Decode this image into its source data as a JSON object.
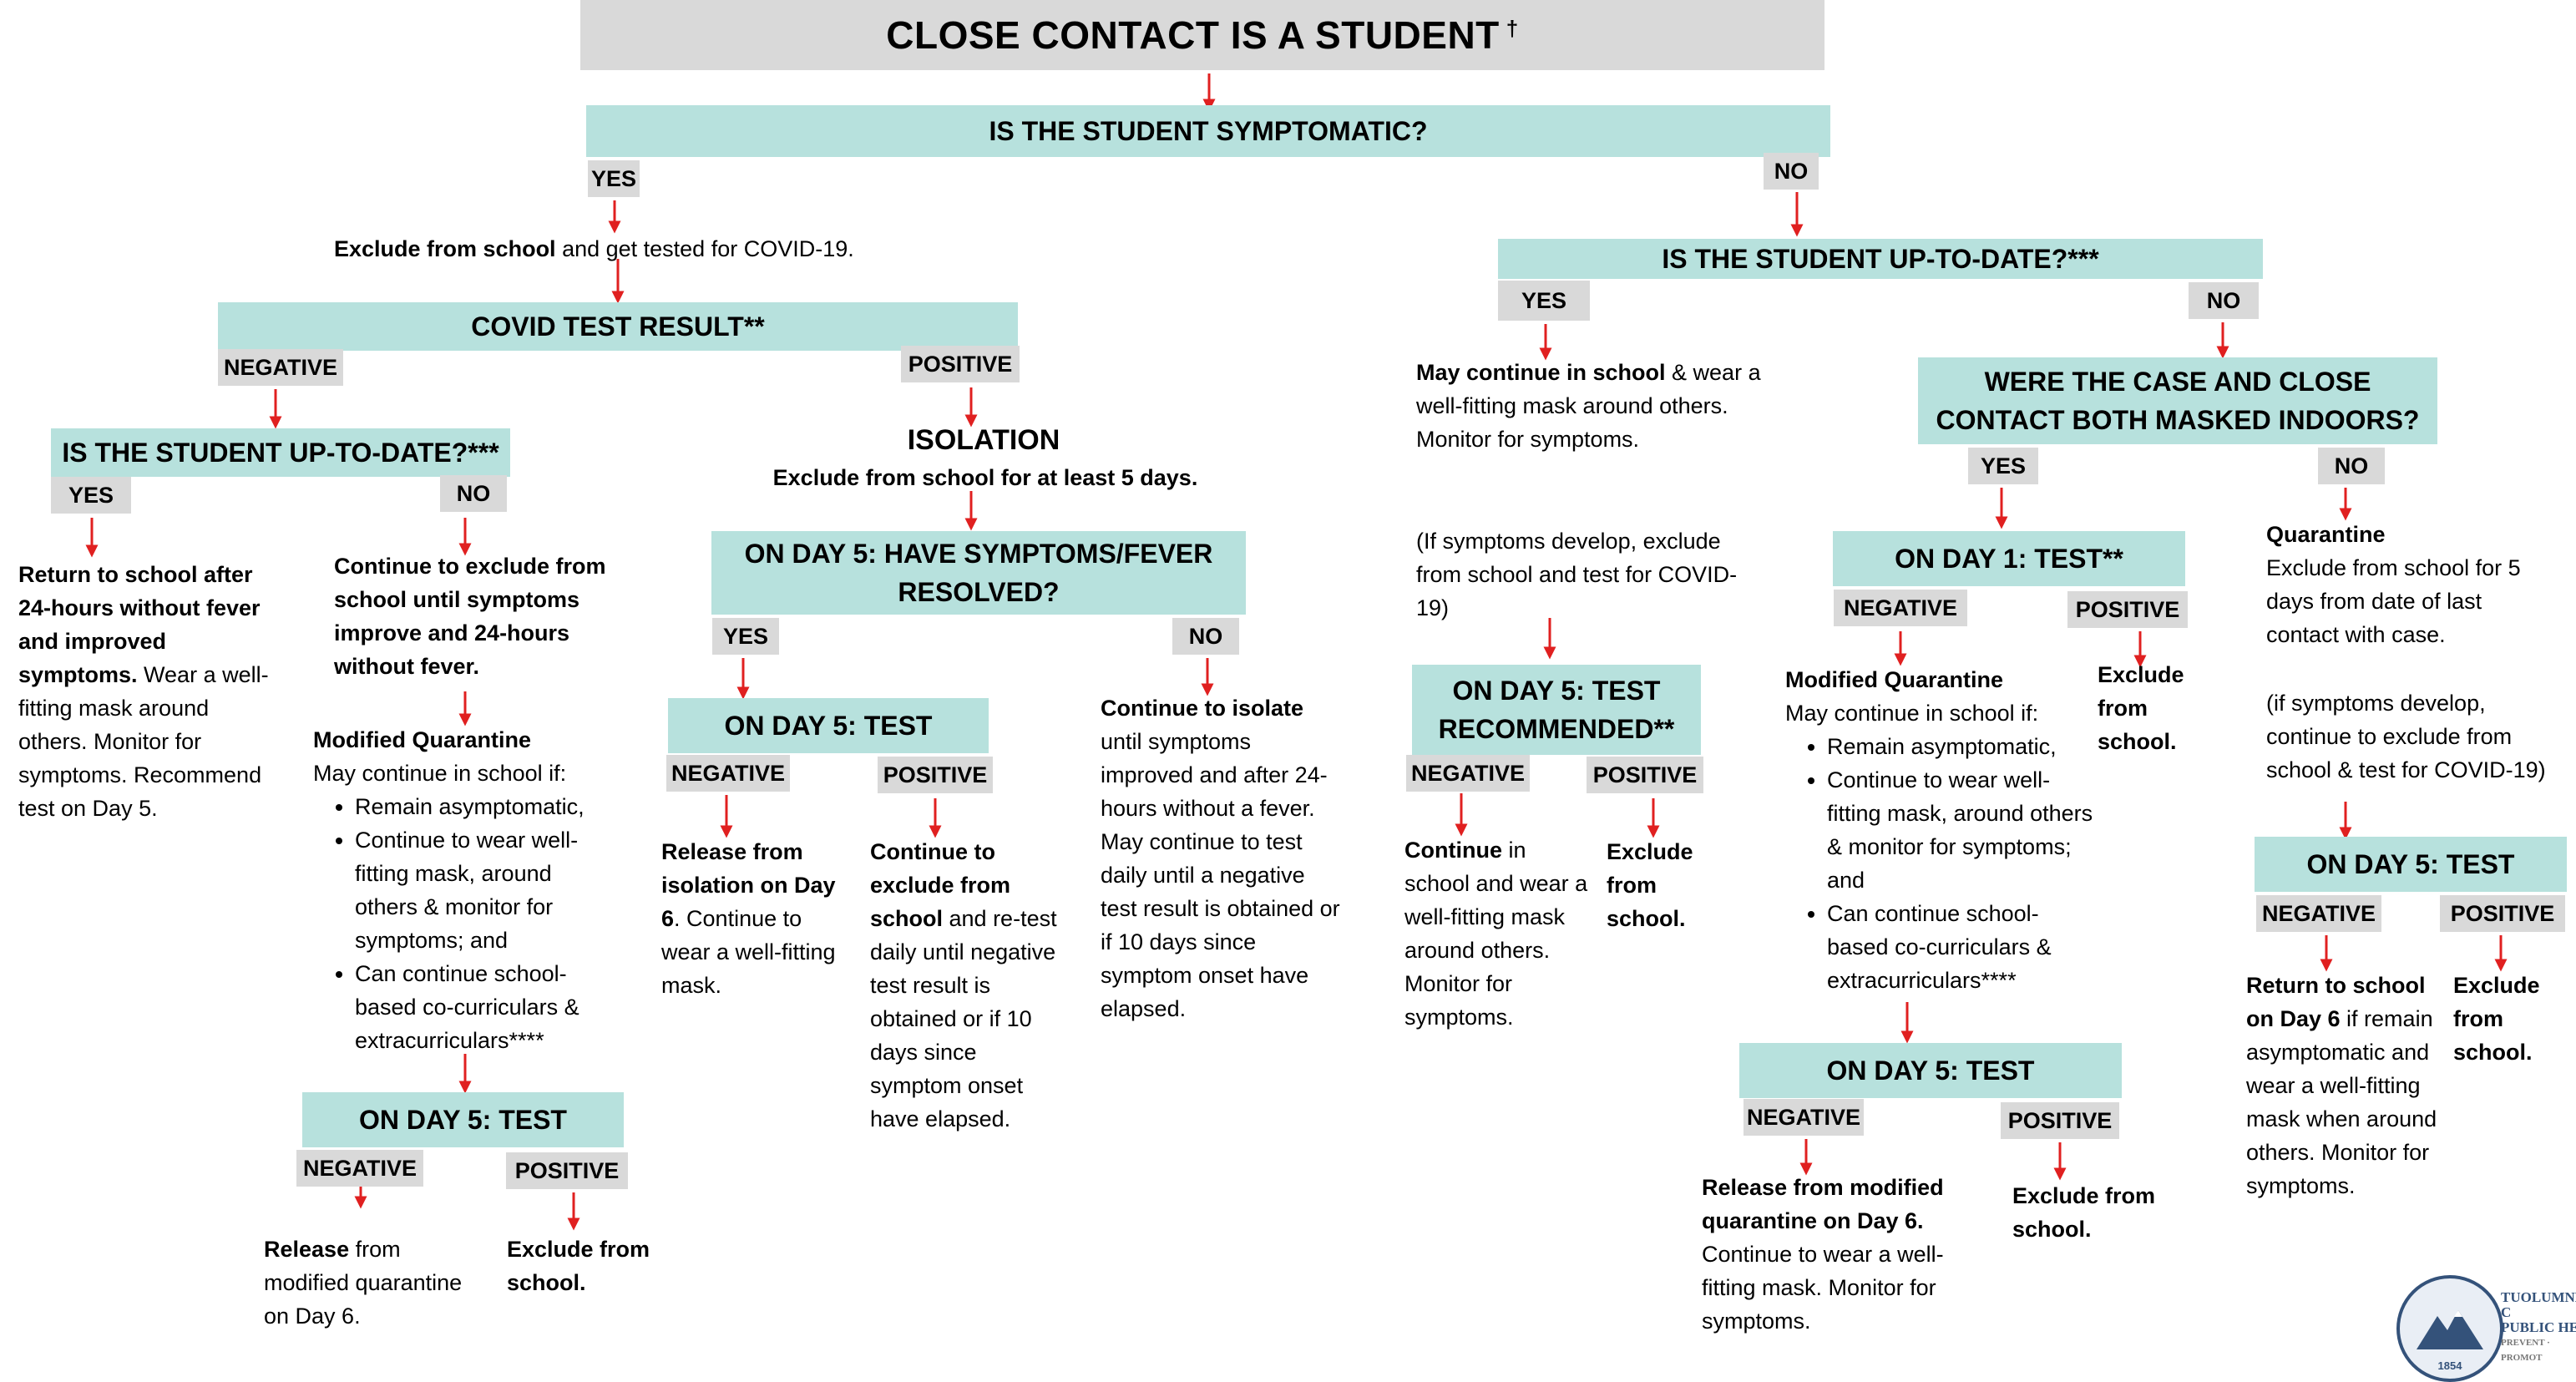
{
  "title": "CLOSE CONTACT IS A STUDENT",
  "title_mark": "†",
  "q_symptomatic": "IS THE STUDENT SYMPTOMATIC?",
  "yes": "YES",
  "no": "NO",
  "negative": "NEGATIVE",
  "positive": "POSITIVE",
  "left": {
    "exclude_a": "Exclude from school",
    "exclude_b": " and  get tested for COVID-19.",
    "covid_result": "COVID TEST RESULT**",
    "uptodate": "IS THE STUDENT UP-TO-DATE?***",
    "return_bold": "Return to school after 24-hours without fever and improved symptoms.",
    "return_text": " Wear a well-fitting mask around others. Monitor for symptoms. Recommend test on Day 5.",
    "continue_exclude": "Continue to exclude from school until symptoms improve and 24-hours without fever.",
    "modq_title": "Modified Quarantine",
    "modq_intro": "May continue in school if:",
    "modq_items": [
      "Remain asymptomatic,",
      "Continue to wear well-fitting mask, around others & monitor for symptoms; and",
      "Can continue school-based co-curriculars & extracurriculars****"
    ],
    "day5_test": "ON DAY 5: TEST",
    "release_bold": "Release",
    "release_text": " from modified quarantine on Day 6.",
    "exclude_from_school": "Exclude from school."
  },
  "middle": {
    "isolation": "ISOLATION",
    "isolation_sub": "Exclude from school for at least 5 days.",
    "day5_resolved": "ON DAY 5: HAVE SYMPTOMS/FEVER RESOLVED?",
    "day5_test": "ON DAY 5: TEST",
    "release_bold": "Release from isolation on Day 6",
    "release_text": ". Continue to wear a well-fitting mask.",
    "continue_excl_bold": "Continue to exclude from school",
    "continue_excl_text": " and re-test daily until  negative test result is obtained or if 10 days since symptom onset have elapsed.",
    "continue_iso_bold": "Continue to isolate",
    "continue_iso_text": " until symptoms improved and after 24-hours without a fever. May continue to test daily until a negative test result is obtained or if 10 days since symptom onset have elapsed."
  },
  "right": {
    "uptodate": "IS THE STUDENT UP-TO-DATE?***",
    "may_continue_bold": "May continue in school",
    "may_continue_text": " & wear a well-fitting mask around others. Monitor for symptoms.",
    "if_symptoms": "(If symptoms develop, exclude from school and test for COVID-19)",
    "day5_recommended": "ON DAY 5: TEST RECOMMENDED**",
    "continue_bold": "Continue",
    "continue_text": " in school and wear a well-fitting mask around others. Monitor for symptoms.",
    "exclude_from_school": "Exclude from school.",
    "masked_q": "WERE THE CASE AND CLOSE CONTACT BOTH MASKED INDOORS?",
    "day1_test": "ON DAY 1: TEST**",
    "modq_title": "Modified Quarantine",
    "modq_intro": "May continue in school if:",
    "modq_items": [
      "Remain asymptomatic,",
      "Continue to wear well-fitting mask, around others & monitor for symptoms; and",
      "Can continue school-based co-curriculars & extracurriculars****"
    ],
    "day5_test": "ON DAY 5: TEST",
    "release_modq_bold": "Release from modified quarantine on Day 6.",
    "release_modq_text": " Continue to wear a well-fitting mask.  Monitor for symptoms.",
    "quarantine_title": "Quarantine",
    "quarantine_text": "Exclude from school for 5 days from date of last contact with case.",
    "quarantine_if": "(if symptoms develop, continue to exclude from school & test for COVID-19)",
    "return_bold": "Return to school on Day 6",
    "return_text": " if remain asymptomatic  and wear a well-fitting mask when around others. Monitor for symptoms."
  },
  "logos": {
    "seal_text": "1854",
    "agency_line1": "TUOLUMNE C",
    "agency_line2": "PUBLIC HE",
    "agency_tagline": "PREVENT · PROMOT"
  },
  "colors": {
    "teal": "#b7e1dd",
    "gray": "#d9d9d9",
    "arrow": "#e02020"
  }
}
